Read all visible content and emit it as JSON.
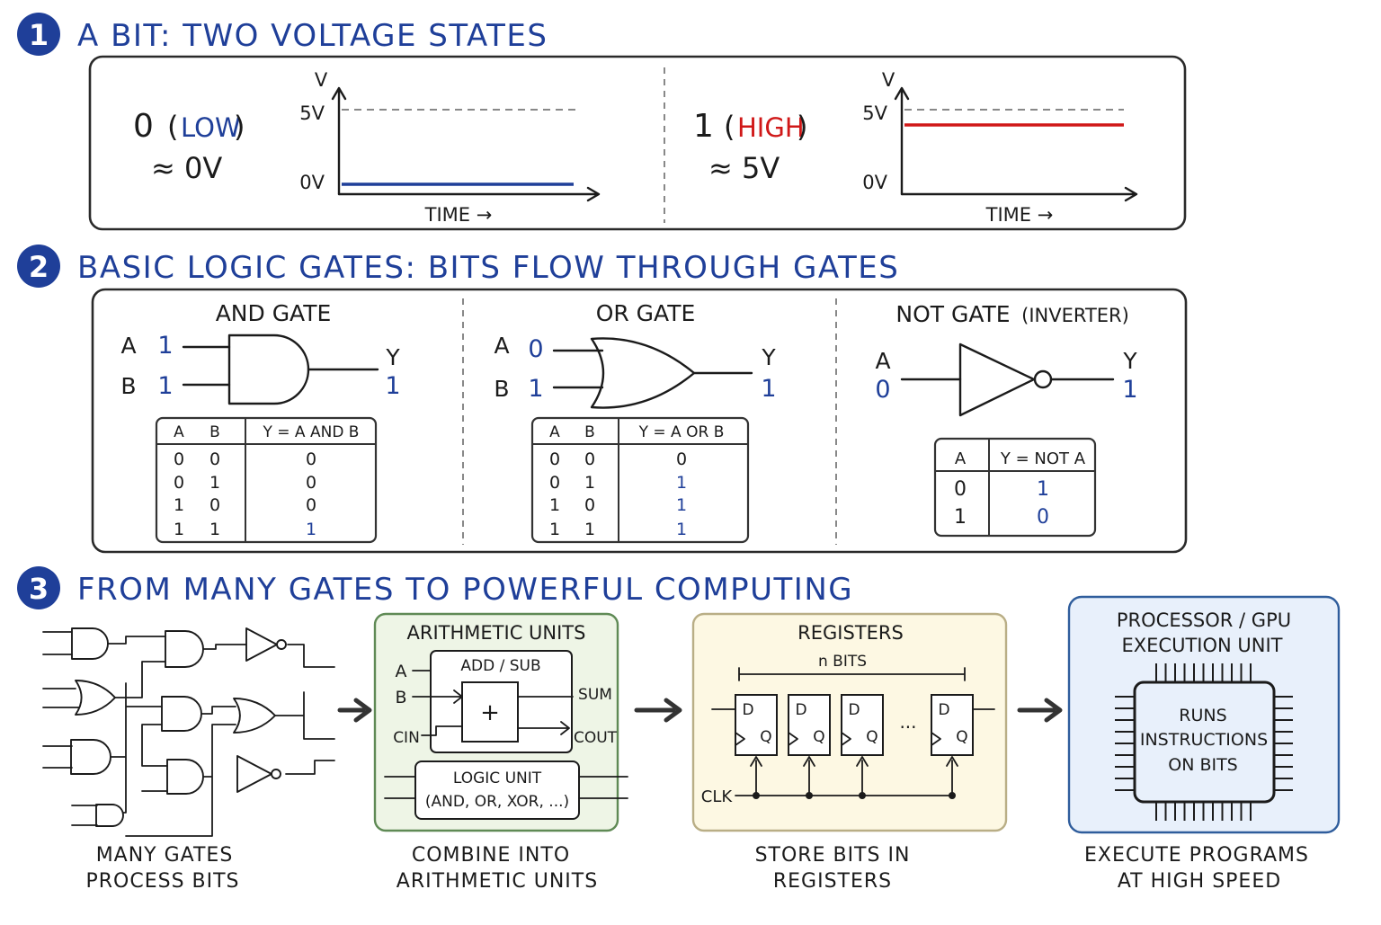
{
  "sections": {
    "s1": {
      "number": "1",
      "title": "A BIT: TWO VOLTAGE STATES"
    },
    "s2": {
      "number": "2",
      "title": "BASIC LOGIC GATES: BITS FLOW THROUGH GATES"
    },
    "s3": {
      "number": "3",
      "title": "FROM MANY GATES TO POWERFUL COMPUTING"
    }
  },
  "bit_low": {
    "digit": "0",
    "paren_open": "(",
    "word": "LOW",
    "paren_close": ")",
    "approx": "≈ 0V",
    "axis_v": "V",
    "tick_high": "5V",
    "tick_low": "0V",
    "axis_time": "TIME →"
  },
  "bit_high": {
    "digit": "1",
    "paren_open": "(",
    "word": "HIGH",
    "paren_close": ")",
    "approx": "≈ 5V",
    "axis_v": "V",
    "tick_high": "5V",
    "tick_low": "0V",
    "axis_time": "TIME →"
  },
  "gates": {
    "and": {
      "title": "AND GATE",
      "in_a_label": "A",
      "in_a_val": "1",
      "in_b_label": "B",
      "in_b_val": "1",
      "out_label": "Y",
      "out_val": "1",
      "table": {
        "headers": [
          "A",
          "B",
          "Y = A AND B"
        ],
        "rows": [
          [
            "0",
            "0",
            "0"
          ],
          [
            "0",
            "1",
            "0"
          ],
          [
            "1",
            "0",
            "0"
          ],
          [
            "1",
            "1",
            "1"
          ]
        ]
      }
    },
    "or": {
      "title": "OR GATE",
      "in_a_label": "A",
      "in_a_val": "0",
      "in_b_label": "B",
      "in_b_val": "1",
      "out_label": "Y",
      "out_val": "1",
      "table": {
        "headers": [
          "A",
          "B",
          "Y = A OR B"
        ],
        "rows": [
          [
            "0",
            "0",
            "0"
          ],
          [
            "0",
            "1",
            "1"
          ],
          [
            "1",
            "0",
            "1"
          ],
          [
            "1",
            "1",
            "1"
          ]
        ]
      }
    },
    "not": {
      "title": "NOT GATE",
      "subtitle": "(INVERTER)",
      "in_label": "A",
      "in_val": "0",
      "out_label": "Y",
      "out_val": "1",
      "table": {
        "headers": [
          "A",
          "Y = NOT A"
        ],
        "rows": [
          [
            "0",
            "1"
          ],
          [
            "1",
            "0"
          ]
        ]
      }
    }
  },
  "stages": {
    "many_gates": {
      "caption1": "MANY GATES",
      "caption2": "PROCESS BITS"
    },
    "arith": {
      "title": "ARITHMETIC UNITS",
      "addsub": "ADD / SUB",
      "plus": "+",
      "in_a": "A",
      "in_b": "B",
      "cin": "CIN",
      "sum": "SUM",
      "cout": "COUT",
      "logic_line1": "LOGIC UNIT",
      "logic_line2": "(AND, OR, XOR, ...)",
      "caption1": "COMBINE INTO",
      "caption2": "ARITHMETIC UNITS"
    },
    "registers": {
      "title": "REGISTERS",
      "nbits": "n BITS",
      "d": "D",
      "q": "Q",
      "dots": "...",
      "clk": "CLK",
      "caption1": "STORE BITS IN",
      "caption2": "REGISTERS"
    },
    "processor": {
      "title1": "PROCESSOR / GPU",
      "title2": "EXECUTION UNIT",
      "chip1": "RUNS",
      "chip2": "INSTRUCTIONS",
      "chip3": "ON BITS",
      "caption1": "EXECUTE PROGRAMS",
      "caption2": "AT HIGH SPEED"
    }
  },
  "colors": {
    "heading_blue": "#1f3f99",
    "high_red": "#d01818",
    "low_blue": "#1f3f99",
    "arith_bg": "#eef5e6",
    "arith_border": "#5f8a55",
    "reg_bg": "#fdf8e3",
    "reg_border": "#b9ae86",
    "proc_bg": "#e8f0fb",
    "proc_border": "#2f5d9c"
  }
}
